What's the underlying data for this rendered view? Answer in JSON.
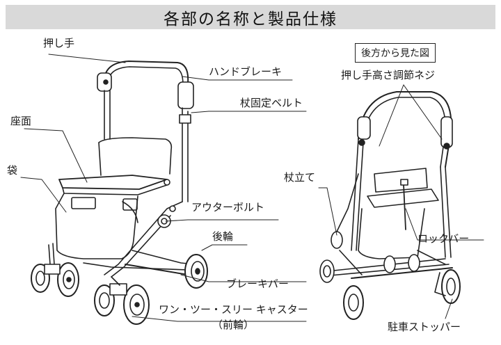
{
  "header": {
    "title": "各部の名称と製品仕様"
  },
  "rear_view_caption": "後方から見た図",
  "labels": {
    "push_handle": "押し手",
    "hand_brake": "ハンドブレーキ",
    "cane_belt": "杖固定ベルト",
    "seat": "座面",
    "bag": "袋",
    "outer_bolt": "アウターボルト",
    "rear_wheel": "後輪",
    "brake_bar": "ブレーキバー",
    "front_caster": "ワン・ツー・スリー キャスター",
    "front_caster_note": "（前輪）",
    "handle_height_screw": "押し手高さ調節ネジ",
    "cane_stand": "杖立て",
    "lock_bar": "ロックバー",
    "parking_stopper": "駐車ストッパー"
  },
  "colors": {
    "header_bg": "#d9d9d9",
    "line": "#222222"
  }
}
